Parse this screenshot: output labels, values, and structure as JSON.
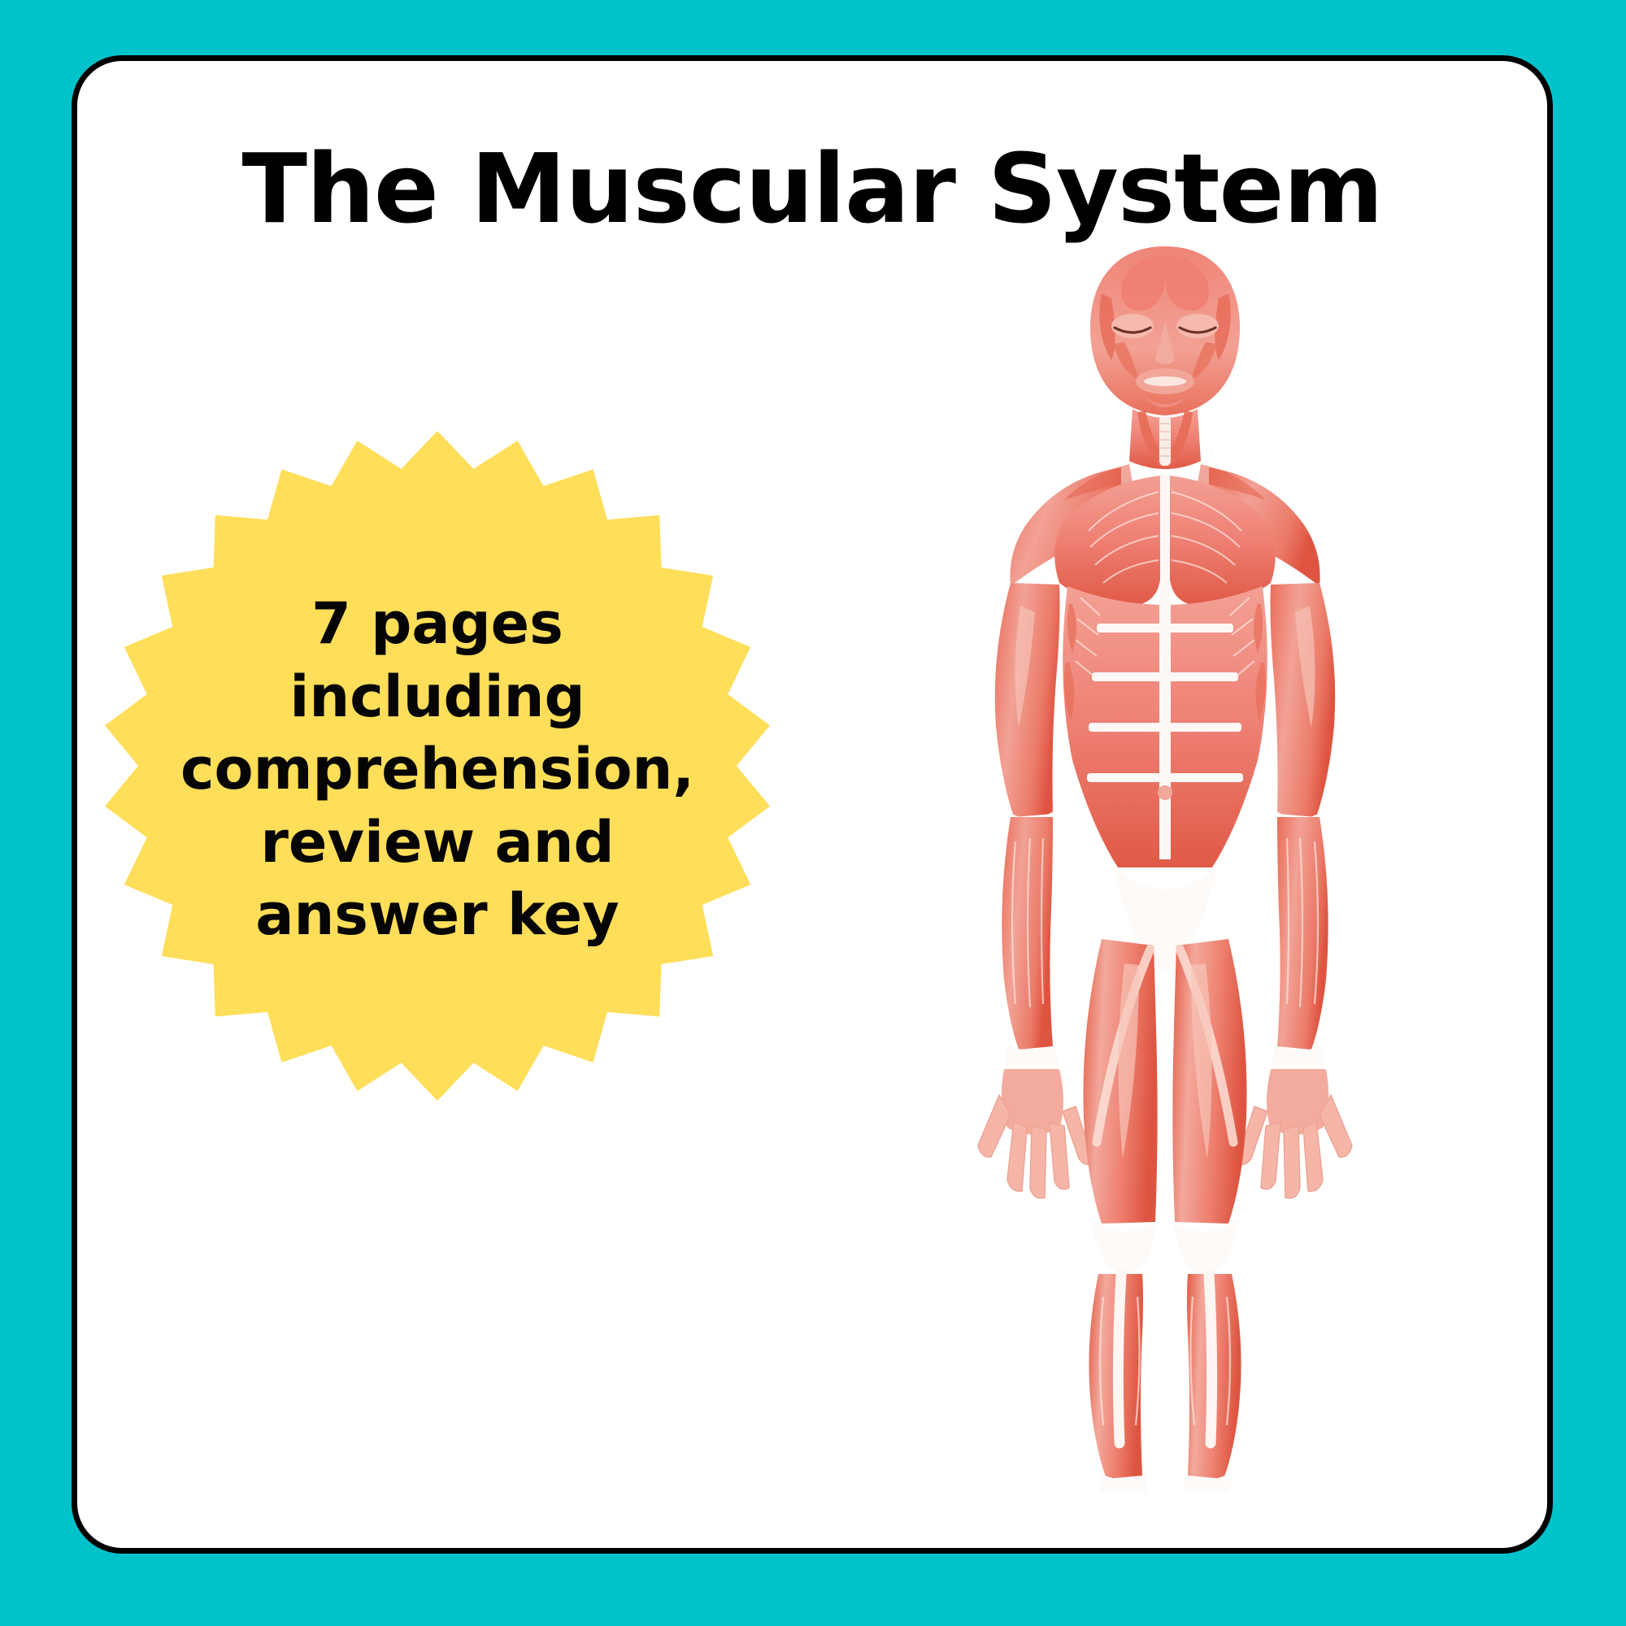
{
  "poster": {
    "background_color": "#00c2cb",
    "card_color": "#ffffff",
    "card_border_color": "#000000",
    "title": "The Muscular System"
  },
  "badge": {
    "shape": "starburst",
    "fill_color": "#ffde59",
    "text_color": "#050505",
    "points": 26,
    "lines": [
      "7 pages",
      "including",
      "comprehension,",
      "review and",
      "answer key"
    ],
    "full_text": "7 pages including comprehension, review and answer key",
    "page_count": "7"
  },
  "figure": {
    "name": "muscular-system-anatomy-figure",
    "description": "Front view of a human body showing the muscular system",
    "muscle_color": "#ef8377",
    "muscle_deep_color": "#e0503f",
    "tendon_color": "#fdfbfa",
    "ear_color": "#b8d3e8"
  }
}
